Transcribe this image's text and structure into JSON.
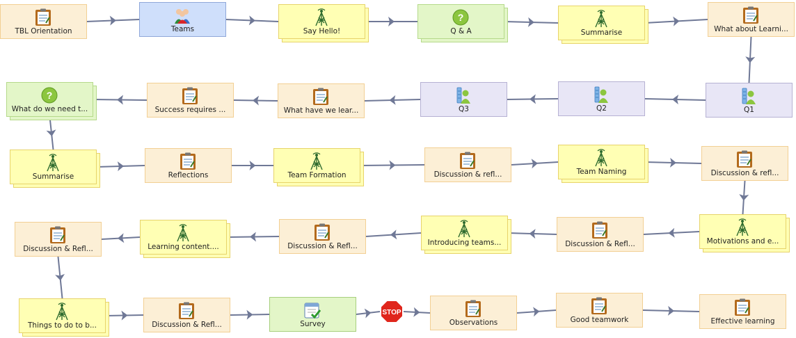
{
  "nodes": [
    {
      "id": "n1",
      "label": "TBL Orientation",
      "type": "doc",
      "stack": false,
      "icon": "notepad-icon"
    },
    {
      "id": "n2",
      "label": "Teams",
      "type": "group",
      "stack": false,
      "icon": "group-people-icon"
    },
    {
      "id": "n3",
      "label": "Say Hello!",
      "type": "forum",
      "stack": true,
      "icon": "antenna-icon"
    },
    {
      "id": "n4",
      "label": "Q & A",
      "type": "qa",
      "stack": true,
      "icon": "question-icon"
    },
    {
      "id": "n5",
      "label": "Summarise",
      "type": "forum",
      "stack": true,
      "icon": "antenna-icon"
    },
    {
      "id": "n6",
      "label": "What about Learni...",
      "type": "doc",
      "stack": false,
      "icon": "notepad-icon"
    },
    {
      "id": "n7",
      "label": "Q1",
      "type": "mcq",
      "stack": false,
      "icon": "quiz-person-icon"
    },
    {
      "id": "n8",
      "label": "Q2",
      "type": "mcq",
      "stack": false,
      "icon": "quiz-person-icon"
    },
    {
      "id": "n9",
      "label": "Q3",
      "type": "mcq",
      "stack": false,
      "icon": "quiz-person-icon"
    },
    {
      "id": "n10",
      "label": "What have we lear...",
      "type": "doc",
      "stack": false,
      "icon": "notepad-icon"
    },
    {
      "id": "n11",
      "label": "Success requires ...",
      "type": "doc",
      "stack": false,
      "icon": "notepad-icon"
    },
    {
      "id": "n12",
      "label": "What do we need t...",
      "type": "qa",
      "stack": true,
      "icon": "question-icon"
    },
    {
      "id": "n13",
      "label": "Summarise",
      "type": "forum",
      "stack": true,
      "icon": "antenna-icon"
    },
    {
      "id": "n14",
      "label": "Reflections",
      "type": "doc",
      "stack": false,
      "icon": "notepad-icon"
    },
    {
      "id": "n15",
      "label": "Team Formation",
      "type": "forum",
      "stack": true,
      "icon": "antenna-icon"
    },
    {
      "id": "n16",
      "label": "Discussion & refl...",
      "type": "doc",
      "stack": false,
      "icon": "notepad-icon"
    },
    {
      "id": "n17",
      "label": "Team Naming",
      "type": "forum",
      "stack": true,
      "icon": "antenna-icon"
    },
    {
      "id": "n18",
      "label": "Discussion & refl...",
      "type": "doc",
      "stack": false,
      "icon": "notepad-icon"
    },
    {
      "id": "n19",
      "label": "Motivations and e...",
      "type": "forum",
      "stack": true,
      "icon": "antenna-icon"
    },
    {
      "id": "n20",
      "label": "Discussion & Refl...",
      "type": "doc",
      "stack": false,
      "icon": "notepad-icon"
    },
    {
      "id": "n21",
      "label": "Introducing teams...",
      "type": "forum",
      "stack": true,
      "icon": "antenna-icon"
    },
    {
      "id": "n22",
      "label": "Discussion & Refl...",
      "type": "doc",
      "stack": false,
      "icon": "notepad-icon"
    },
    {
      "id": "n23",
      "label": "Learning content....",
      "type": "forum",
      "stack": true,
      "icon": "antenna-icon"
    },
    {
      "id": "n24",
      "label": "Discussion & Refl...",
      "type": "doc",
      "stack": false,
      "icon": "notepad-icon"
    },
    {
      "id": "n25",
      "label": "Things to do to b...",
      "type": "forum",
      "stack": true,
      "icon": "antenna-icon"
    },
    {
      "id": "n26",
      "label": "Discussion & Refl...",
      "type": "doc",
      "stack": false,
      "icon": "notepad-icon"
    },
    {
      "id": "n27",
      "label": "Survey",
      "type": "survey",
      "stack": false,
      "icon": "survey-calendar-icon"
    },
    {
      "id": "n28",
      "label": "Observations",
      "type": "doc",
      "stack": false,
      "icon": "notepad-icon"
    },
    {
      "id": "n29",
      "label": "Good teamwork",
      "type": "doc",
      "stack": false,
      "icon": "notepad-icon"
    },
    {
      "id": "n30",
      "label": "Effective learning",
      "type": "doc",
      "stack": false,
      "icon": "notepad-icon"
    }
  ],
  "stop": {
    "label": "STOP",
    "icon": "stop-sign-icon"
  },
  "colors": {
    "edge": "#6f7896",
    "doc": "#fcefd6",
    "forum": "#ffffb4",
    "qa": "#e3f6c8",
    "group": "#cfdffb",
    "mcq": "#e8e6f6",
    "stop": "#e0261c"
  }
}
